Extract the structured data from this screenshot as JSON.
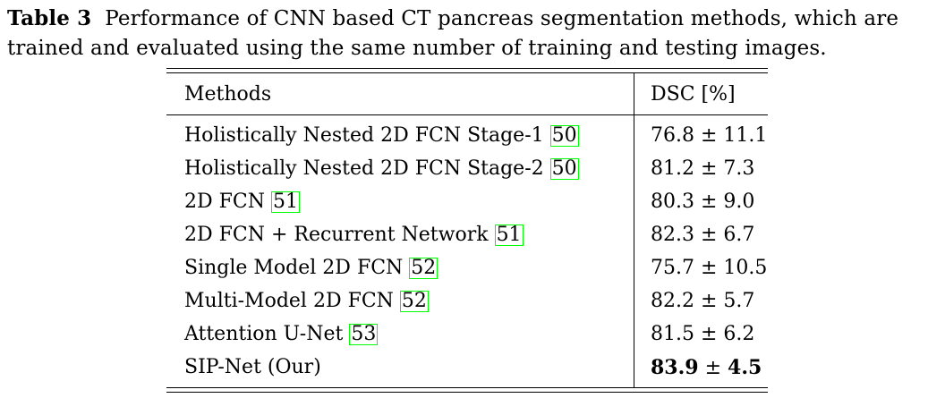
{
  "caption": {
    "label": "Table 3",
    "text": "Performance of CNN based CT pancreas segmentation methods, which are trained and evaluated using the same number of training and testing images."
  },
  "table": {
    "headers": {
      "method": "Methods",
      "dsc": "DSC [%]"
    },
    "rows": [
      {
        "method": "Holistically Nested 2D FCN Stage-1",
        "ref": "50",
        "mean": "76.8",
        "pm": "±",
        "sd": "11.1"
      },
      {
        "method": "Holistically Nested 2D FCN Stage-2",
        "ref": "50",
        "mean": "81.2",
        "pm": "±",
        "sd": "7.3"
      },
      {
        "method": "2D FCN",
        "ref": "51",
        "mean": "80.3",
        "pm": "±",
        "sd": "9.0"
      },
      {
        "method": "2D FCN + Recurrent Network",
        "ref": "51",
        "mean": "82.3",
        "pm": "±",
        "sd": "6.7"
      },
      {
        "method": "Single Model 2D FCN",
        "ref": "52",
        "mean": "75.7",
        "pm": "±",
        "sd": "10.5"
      },
      {
        "method": "Multi-Model 2D FCN",
        "ref": "52",
        "mean": "82.2",
        "pm": "±",
        "sd": "5.7"
      },
      {
        "method": "Attention U-Net",
        "ref": "53",
        "mean": "81.5",
        "pm": "±",
        "sd": "6.2"
      },
      {
        "method": "SIP-Net (Our)",
        "ref": "",
        "mean": "83.9",
        "pm": "±",
        "sd": "4.5"
      }
    ]
  }
}
